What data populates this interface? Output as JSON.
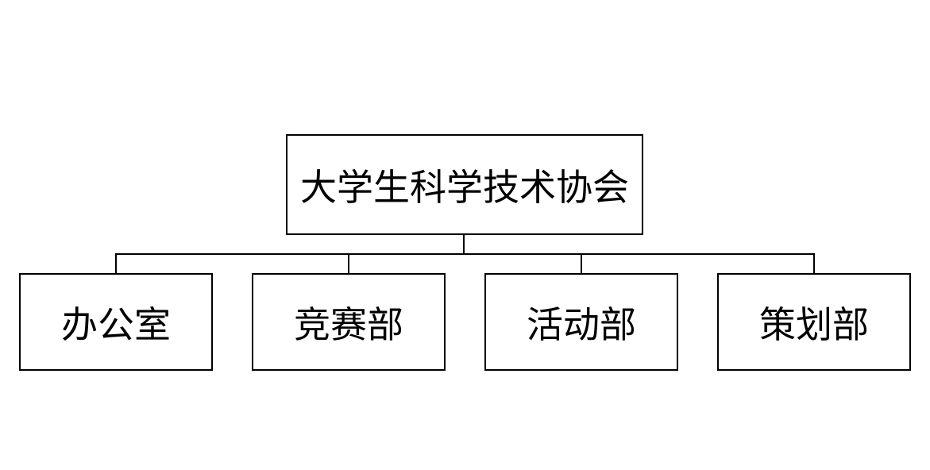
{
  "diagram": {
    "type": "org-chart",
    "root": {
      "label": "大学生科学技术协会"
    },
    "children": [
      {
        "label": "办公室"
      },
      {
        "label": "竞赛部"
      },
      {
        "label": "活动部"
      },
      {
        "label": "策划部"
      }
    ]
  },
  "colors": {
    "stroke": "#000000",
    "background": "#ffffff",
    "text": "#000000"
  }
}
